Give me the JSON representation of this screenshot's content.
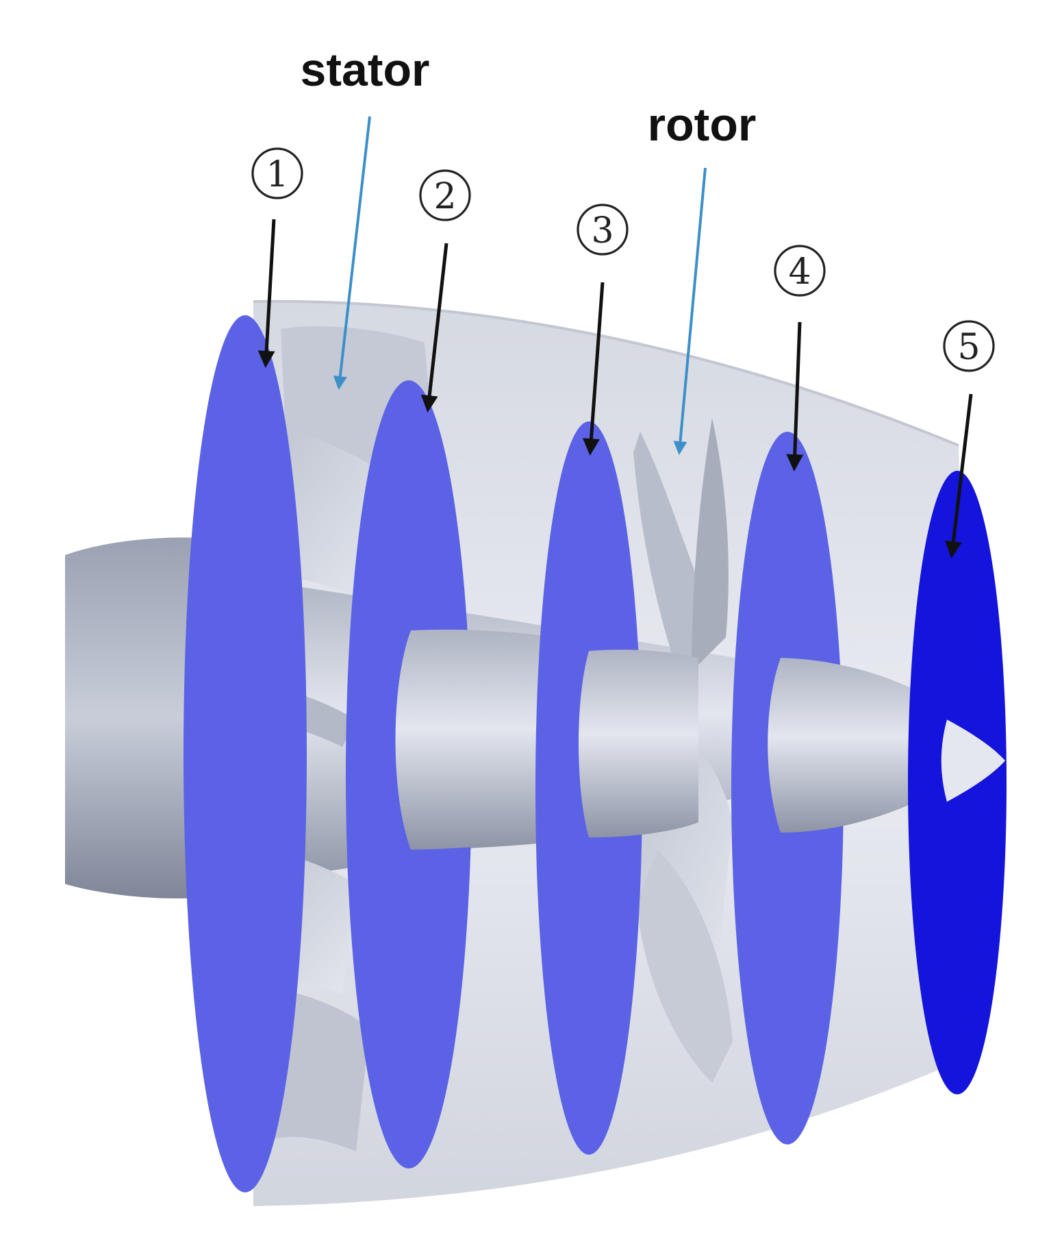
{
  "labels": {
    "stator": "stator",
    "rotor": "rotor"
  },
  "sections": [
    {
      "number": "1"
    },
    {
      "number": "2"
    },
    {
      "number": "3"
    },
    {
      "number": "4"
    },
    {
      "number": "5"
    }
  ],
  "colors": {
    "section_plane": "#5b62e6",
    "outlet_plane": "#1414dc",
    "pointer_black": "#111111",
    "pointer_blue": "#3d8fc9",
    "casing": "#d9dde5",
    "hub": "#c3c9d8",
    "blade": "#c9ced9"
  }
}
